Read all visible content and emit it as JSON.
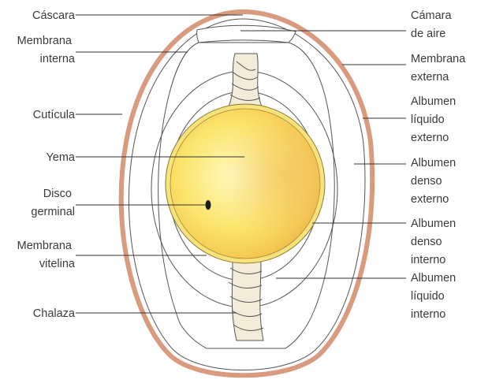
{
  "labels": {
    "cascara": "Cáscara",
    "membrana_interna": [
      "Membrana",
      "interna"
    ],
    "cuticula": "Cutícula",
    "yema": "Yema",
    "disco_germinal": [
      "Disco",
      "germinal"
    ],
    "membrana_vitelina": [
      "Membrana",
      "vitelina"
    ],
    "chalaza": "Chalaza",
    "camara_de_aire": [
      "Cámara",
      "de aire"
    ],
    "membrana_externa": [
      "Membrana",
      "externa"
    ],
    "albumen_liquido_externo": [
      "Albumen",
      "líquido",
      "externo"
    ],
    "albumen_denso_externo": [
      "Albumen",
      "denso",
      "externo"
    ],
    "albumen_denso_interno": [
      "Albumen",
      "denso",
      "interno"
    ],
    "albumen_liquido_interno": [
      "Albumen",
      "líquido",
      "interno"
    ]
  },
  "colors": {
    "shell_fill": "#ffffff",
    "shell_outline": "#d99a7e",
    "yolk_center": "#fff8b0",
    "yolk_edge": "#f2c64a",
    "yolk_ring": "#f4e38a",
    "chalaza": "#f4ecd8"
  }
}
